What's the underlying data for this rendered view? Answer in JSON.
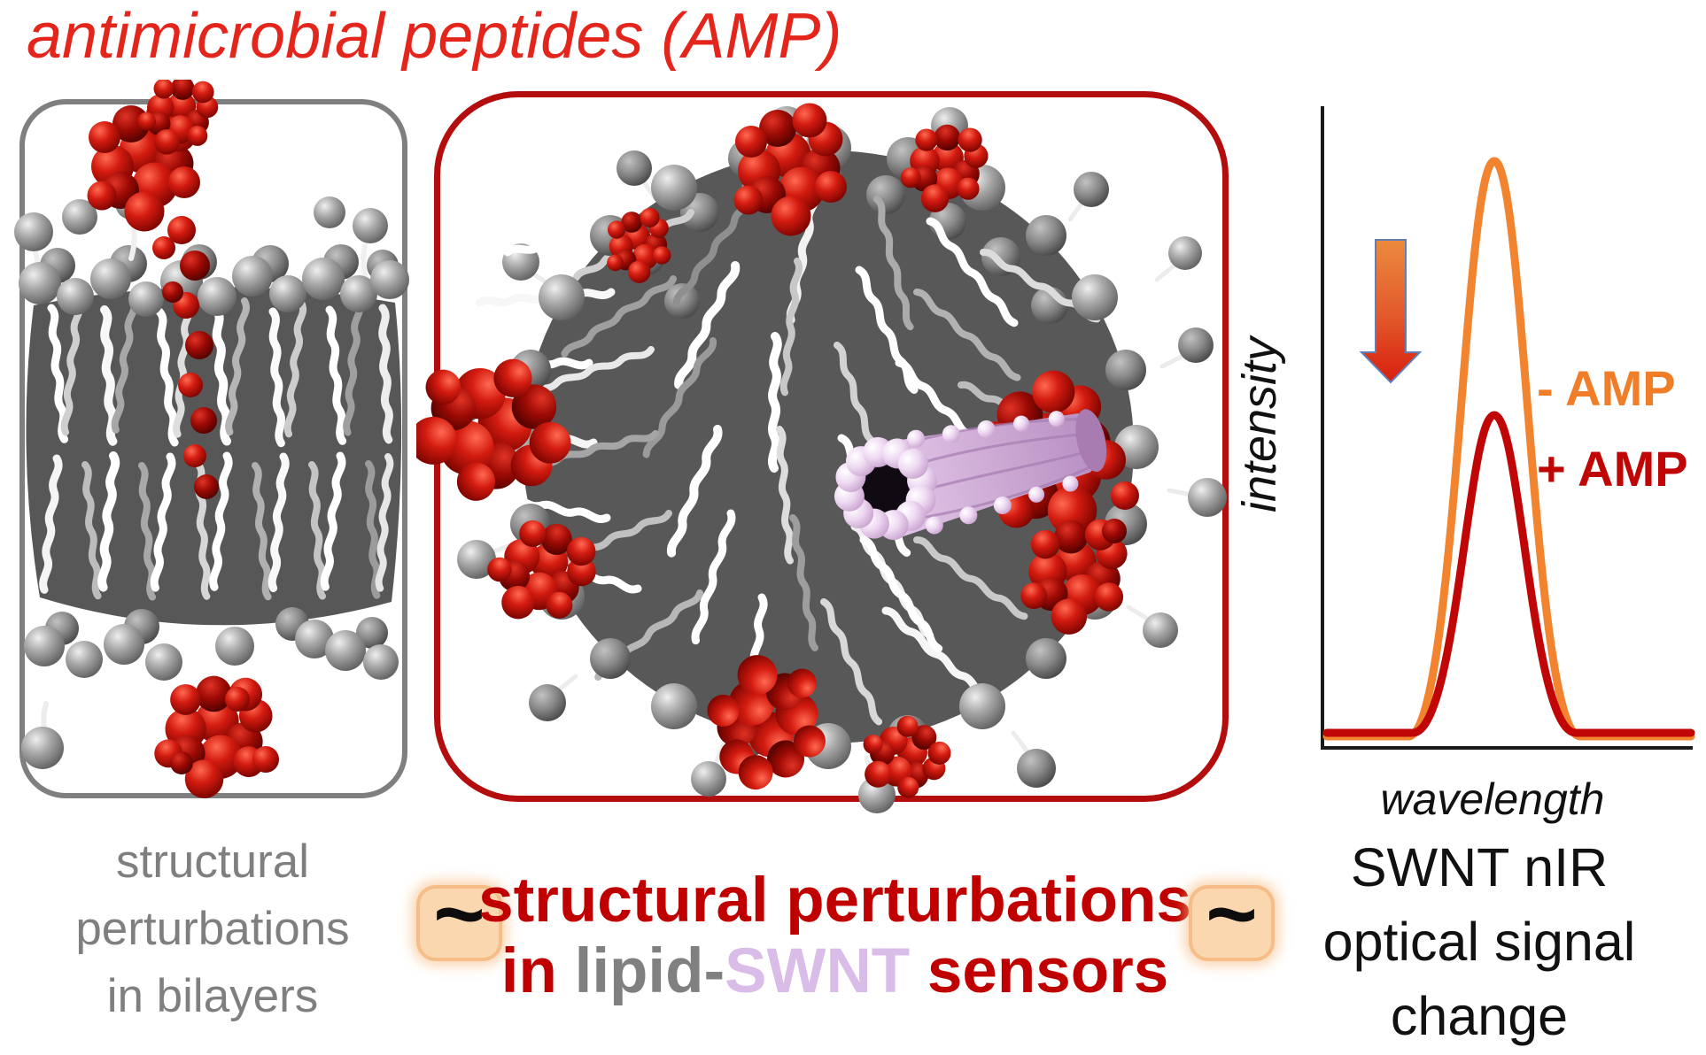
{
  "title": "antimicrobial peptides (AMP)",
  "left_panel": {
    "caption": [
      "structural",
      "perturbations",
      "in bilayers"
    ],
    "border_color": "#7f7f7f",
    "rendering": "lipid-bilayer-side-view-with-red-peptides"
  },
  "center_panel": {
    "caption_line1": "structural perturbations",
    "caption_line2": {
      "in": "in ",
      "lipid": "lipid-",
      "swnt": "SWNT",
      "sensors": " sensors"
    },
    "border_color": "#b30d0d",
    "rendering": "lipid-swnt-micelle-top-view-with-nanotube"
  },
  "equivalence": {
    "left_symbol": "~",
    "right_symbol": "~"
  },
  "chart": {
    "type": "line-schematic",
    "ylabel": "intensity",
    "xlabel": "wavelength",
    "series": [
      {
        "label": "- AMP",
        "color": "#f07e28",
        "relative_peak_height": 1.0
      },
      {
        "label": "+ AMP",
        "color": "#c00000",
        "relative_peak_height": 0.57
      }
    ],
    "annotation_icon": "signal-decrease-arrow",
    "axis_color": "#1a1a1a",
    "grid": false,
    "legend_position": "right-of-peak"
  },
  "right_caption": [
    "SWNT nIR",
    "optical signal",
    "change"
  ],
  "colors": {
    "title_red": "#e4251c",
    "dark_red": "#c00000",
    "orange": "#f07e28",
    "gray": "#7f7f7f",
    "lavender": "#d9bce8",
    "approx_box_fill": "#fbd7b0"
  }
}
